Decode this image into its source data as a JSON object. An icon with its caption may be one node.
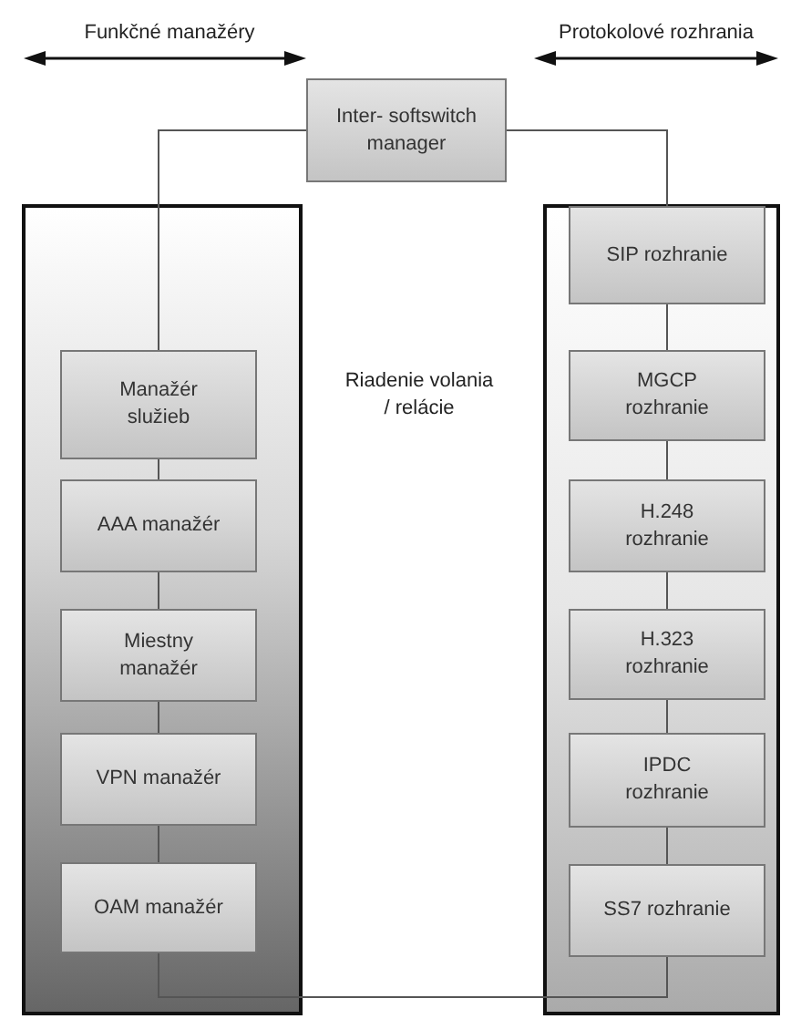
{
  "diagram": {
    "nodes": [
      {
        "text": [
          "Inter- softswitch manager"
        ]
      },
      {
        "text": [],
        "shape": "box"
      },
      {
        "text": [
          "Manažér služieb"
        ],
        "in": 1
      },
      {
        "text": [
          "AAA manažér"
        ],
        "in": 1
      },
      {
        "text": [
          "Miestny manažér"
        ],
        "in": 1
      },
      {
        "text": [
          "VPN manažér"
        ],
        "in": 1
      },
      {
        "text": [
          "OAM manažér"
        ],
        "in": 1
      },
      {
        "text": [],
        "shape": "box"
      },
      {
        "text": [
          "SIP rozhranie"
        ],
        "in": 7
      },
      {
        "text": [
          "MGCP rozhranie"
        ],
        "in": 7
      },
      {
        "text": [
          "H.248 rozhranie"
        ],
        "in": 7
      },
      {
        "text": [
          "H.323 rozhranie"
        ],
        "in": 7
      },
      {
        "text": [
          "IPDC rozhranie"
        ],
        "in": 7
      },
      {
        "text": [
          "SS7 rozhranie"
        ],
        "in": 7
      }
    ],
    "edges": [
      {
        "from": 0,
        "to": 2,
        "arrow": "none"
      },
      {
        "from": 0,
        "to": 8,
        "arrow": "none"
      },
      {
        "from": 2,
        "to": 3,
        "arrow": "none"
      },
      {
        "from": 3,
        "to": 4,
        "arrow": "none"
      },
      {
        "from": 4,
        "to": 5,
        "arrow": "none"
      },
      {
        "from": 5,
        "to": 6,
        "arrow": "none"
      },
      {
        "from": 8,
        "to": 9,
        "arrow": "none"
      },
      {
        "from": 9,
        "to": 10,
        "arrow": "none"
      },
      {
        "from": 10,
        "to": 11,
        "arrow": "none"
      },
      {
        "from": 11,
        "to": 12,
        "arrow": "none"
      },
      {
        "from": 12,
        "to": 13,
        "arrow": "none"
      },
      {
        "from": 6,
        "to": 13,
        "arrow": "none"
      }
    ],
    "labels": [
      "Funkčné manažéry",
      "Protokolové rozhrania",
      "Riadenie volania / relácie"
    ]
  }
}
